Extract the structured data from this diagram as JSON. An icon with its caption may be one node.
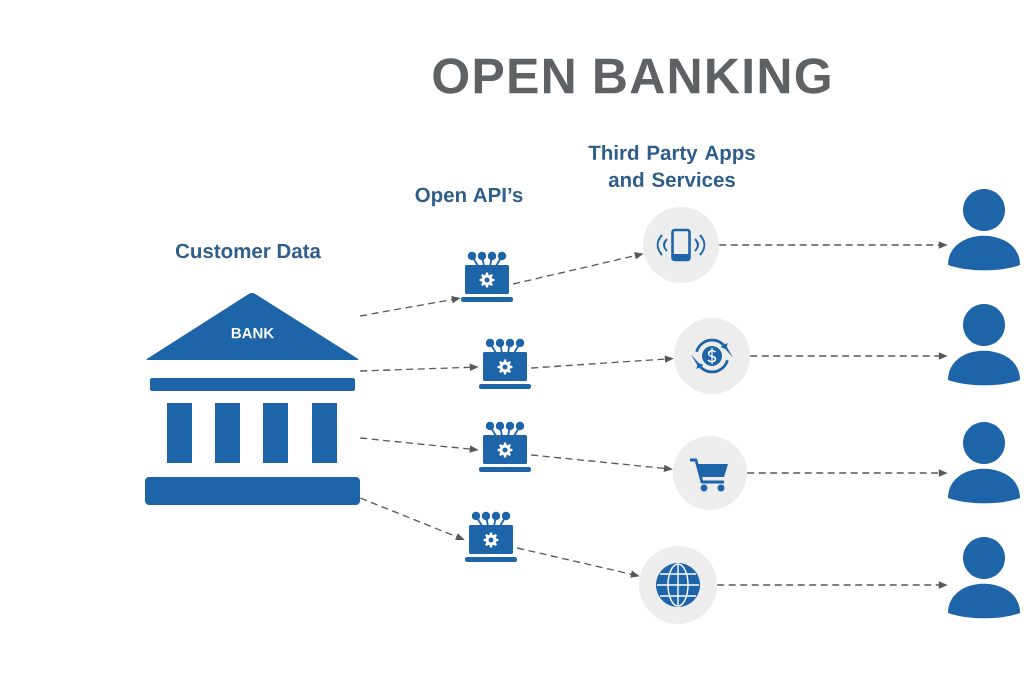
{
  "diagram": {
    "title": "OPEN BANKING",
    "nodes": [
      {
        "text": [
          "BANK"
        ]
      },
      {
        "text": [],
        "shape": "picture"
      },
      {
        "text": [],
        "shape": "picture"
      },
      {
        "text": [],
        "shape": "picture"
      },
      {
        "text": [],
        "shape": "picture"
      },
      {
        "text": [],
        "shape": "circle"
      },
      {
        "text": [],
        "shape": "circle"
      },
      {
        "text": [],
        "shape": "circle"
      },
      {
        "text": [],
        "shape": "circle"
      },
      {
        "text": [],
        "shape": "person"
      },
      {
        "text": [],
        "shape": "person"
      },
      {
        "text": [],
        "shape": "person"
      },
      {
        "text": [],
        "shape": "person"
      }
    ],
    "edges": [
      {
        "from": 0,
        "to": 1,
        "arrow": "to",
        "style": "dashed"
      },
      {
        "from": 0,
        "to": 2,
        "arrow": "to",
        "style": "dashed"
      },
      {
        "from": 0,
        "to": 3,
        "arrow": "to",
        "style": "dashed"
      },
      {
        "from": 0,
        "to": 4,
        "arrow": "to",
        "style": "dashed"
      },
      {
        "from": 1,
        "to": 5,
        "arrow": "to",
        "style": "dashed"
      },
      {
        "from": 2,
        "to": 6,
        "arrow": "to",
        "style": "dashed"
      },
      {
        "from": 3,
        "to": 7,
        "arrow": "to",
        "style": "dashed"
      },
      {
        "from": 4,
        "to": 8,
        "arrow": "to",
        "style": "dashed"
      },
      {
        "from": 5,
        "to": 9,
        "arrow": "to",
        "style": "dashed"
      },
      {
        "from": 6,
        "to": 10,
        "arrow": "to",
        "style": "dashed"
      },
      {
        "from": 7,
        "to": 11,
        "arrow": "to",
        "style": "dashed"
      },
      {
        "from": 8,
        "to": 12,
        "arrow": "to",
        "style": "dashed"
      }
    ],
    "labels": [
      "Customer Data",
      "Open API’s",
      "Third Party Apps and Services"
    ]
  }
}
